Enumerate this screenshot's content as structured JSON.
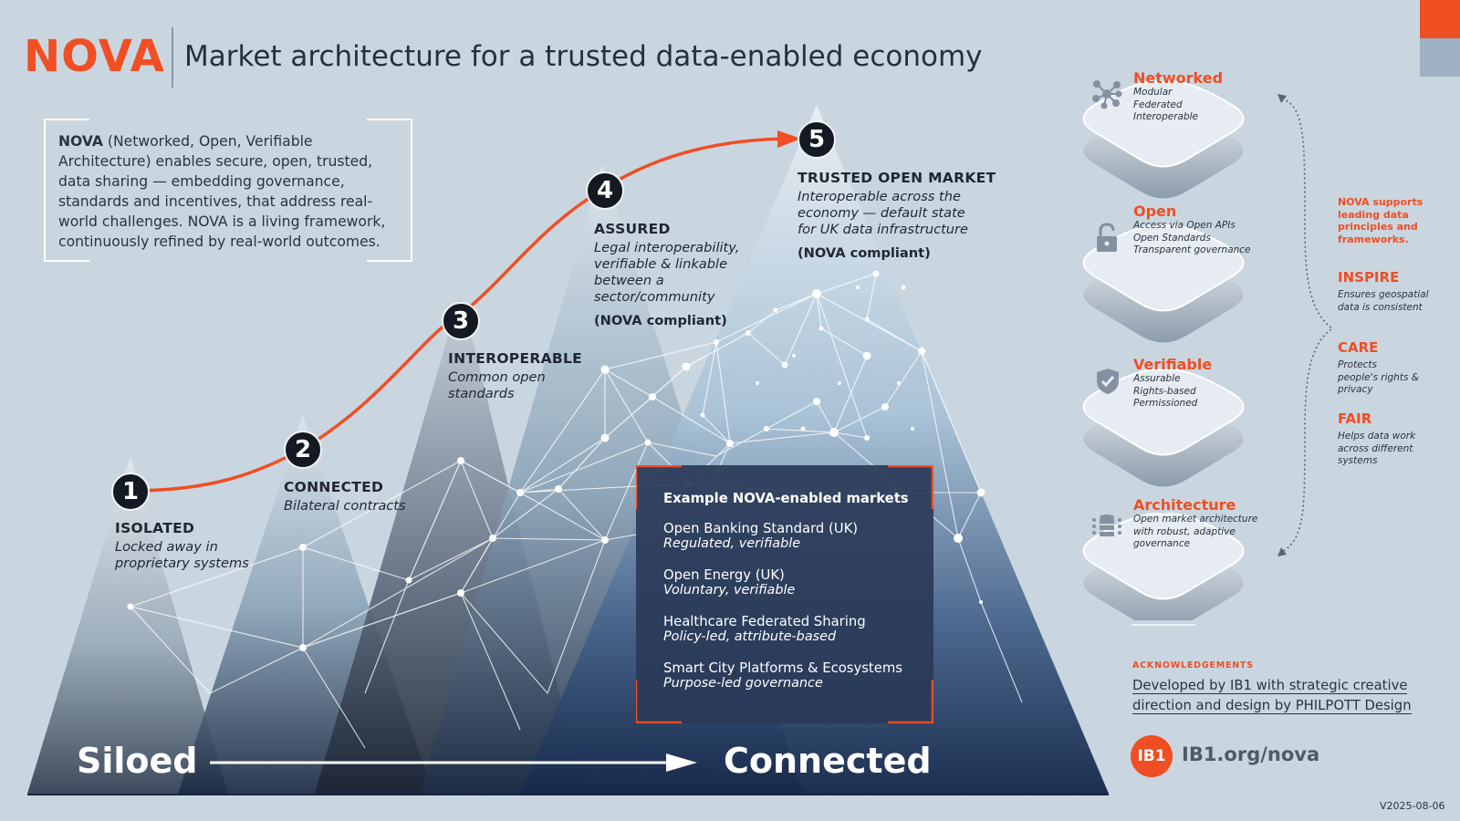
{
  "header": {
    "brand": "NOVA",
    "title": "Market architecture for a trusted data-enabled economy"
  },
  "intro": {
    "brand_bold": "NOVA",
    "text_rest": " (Networked, Open, Verifiable Architecture) enables secure, open, trusted, data sharing — embedding governance, standards and incentives, that address real-world challenges. NOVA is a living framework, continuously refined by real-world outcomes."
  },
  "stages": [
    {
      "num": "1",
      "title": "ISOLATED",
      "desc": "Locked away in proprietary systems",
      "compliant": ""
    },
    {
      "num": "2",
      "title": "CONNECTED",
      "desc": "Bilateral contracts",
      "compliant": ""
    },
    {
      "num": "3",
      "title": "INTEROPERABLE",
      "desc": "Common open standards",
      "compliant": ""
    },
    {
      "num": "4",
      "title": "ASSURED",
      "desc": "Legal interoperability, verifiable & linkable between a sector/community",
      "compliant": "(NOVA compliant)"
    },
    {
      "num": "5",
      "title": "TRUSTED OPEN MARKET",
      "desc": "Interoperable across the economy — default state for UK data infrastructure",
      "compliant": "(NOVA compliant)"
    }
  ],
  "markets": {
    "title": "Example NOVA-enabled markets",
    "items": [
      {
        "name": "Open Banking Standard (UK)",
        "desc": "Regulated, verifiable"
      },
      {
        "name": "Open Energy (UK)",
        "desc": "Voluntary, verifiable"
      },
      {
        "name": "Healthcare Federated Sharing",
        "desc": "Policy-led, attribute-based"
      },
      {
        "name": "Smart City Platforms & Ecosystems",
        "desc": "Purpose-led governance"
      }
    ]
  },
  "axis": {
    "start": "Siloed",
    "end": "Connected"
  },
  "layers": [
    {
      "label": "Networked",
      "lines": [
        "Modular",
        "Federated",
        "Interoperable"
      ],
      "icon": "network-icon"
    },
    {
      "label": "Open",
      "lines": [
        "Access via Open APIs",
        "Open Standards",
        "Transparent governance"
      ],
      "icon": "padlock-icon"
    },
    {
      "label": "Verifiable",
      "lines": [
        "Assurable",
        "Rights-based",
        "Permissioned"
      ],
      "icon": "shield-icon"
    },
    {
      "label": "Architecture",
      "lines": [
        "Open market architecture",
        "with robust, adaptive",
        "governance"
      ],
      "icon": "database-icon"
    }
  ],
  "principles": {
    "note": "NOVA supports leading data principles and frameworks.",
    "items": [
      {
        "name": "INSPIRE",
        "desc": "Ensures geospatial data is consistent"
      },
      {
        "name": "CARE",
        "desc": "Protects people's rights & privacy"
      },
      {
        "name": "FAIR",
        "desc": "Helps data work across different systems"
      }
    ]
  },
  "acknowledgements": {
    "heading": "ACKNOWLEDGEMENTS",
    "line1": "Developed by IB1 with strategic creative",
    "line2": "direction and design by PHILPOTT Design"
  },
  "footer": {
    "badge": "IB1",
    "url": "IB1.org/nova",
    "version": "V2025-08-06"
  },
  "colors": {
    "accent": "#f04e23",
    "background": "#c9d6e0",
    "dark": "#141a22",
    "panel": "#2a3a58"
  }
}
